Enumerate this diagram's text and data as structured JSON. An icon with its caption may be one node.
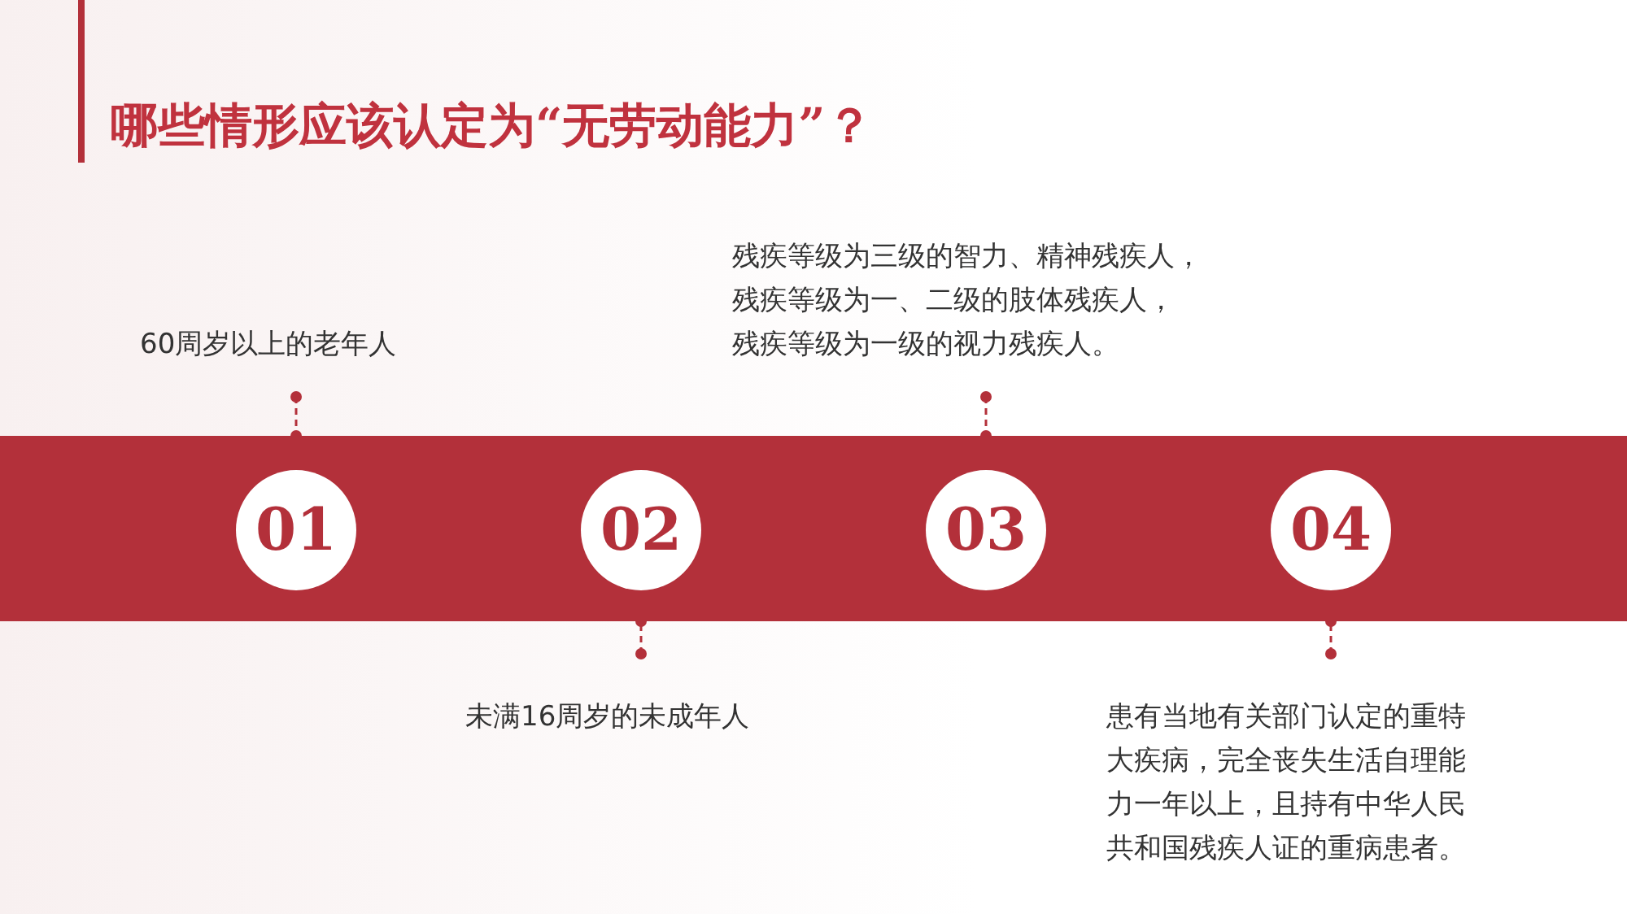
{
  "diagram": {
    "title": "哪些情形应该认定为“无劳动能力”？",
    "nodes": [
      {
        "text": [],
        "shape": "bar"
      },
      {
        "text": [
          "01"
        ],
        "in": 0
      },
      {
        "text": [
          "02"
        ],
        "in": 0
      },
      {
        "text": [
          "03"
        ],
        "in": 0
      },
      {
        "text": [
          "04"
        ],
        "in": 0
      },
      {
        "text": [
          "60周岁以上的老年人"
        ]
      },
      {
        "text": [
          "残疾等级为三级的智力、精神残疾人，",
          "残疾等级为一、二级的肢体残疾人，",
          "残疾等级为一级的视力残疾人。"
        ]
      },
      {
        "text": [
          "未满16周岁的未成年人"
        ]
      },
      {
        "text": [
          "患有当地有关部门认定的重特大疾病，完全丧失生活自理能力一年以上，且持有中华人民共和国残疾人证的重病患者。"
        ]
      }
    ],
    "edges": [
      {
        "from": 5,
        "to": 0,
        "arrow": "other",
        "style": "dashed"
      },
      {
        "from": 6,
        "to": 0,
        "arrow": "other",
        "style": "dashed"
      },
      {
        "from": 7,
        "to": 0,
        "arrow": "other",
        "style": "dashed"
      },
      {
        "from": 8,
        "to": 0,
        "arrow": "other",
        "style": "dashed"
      }
    ]
  }
}
